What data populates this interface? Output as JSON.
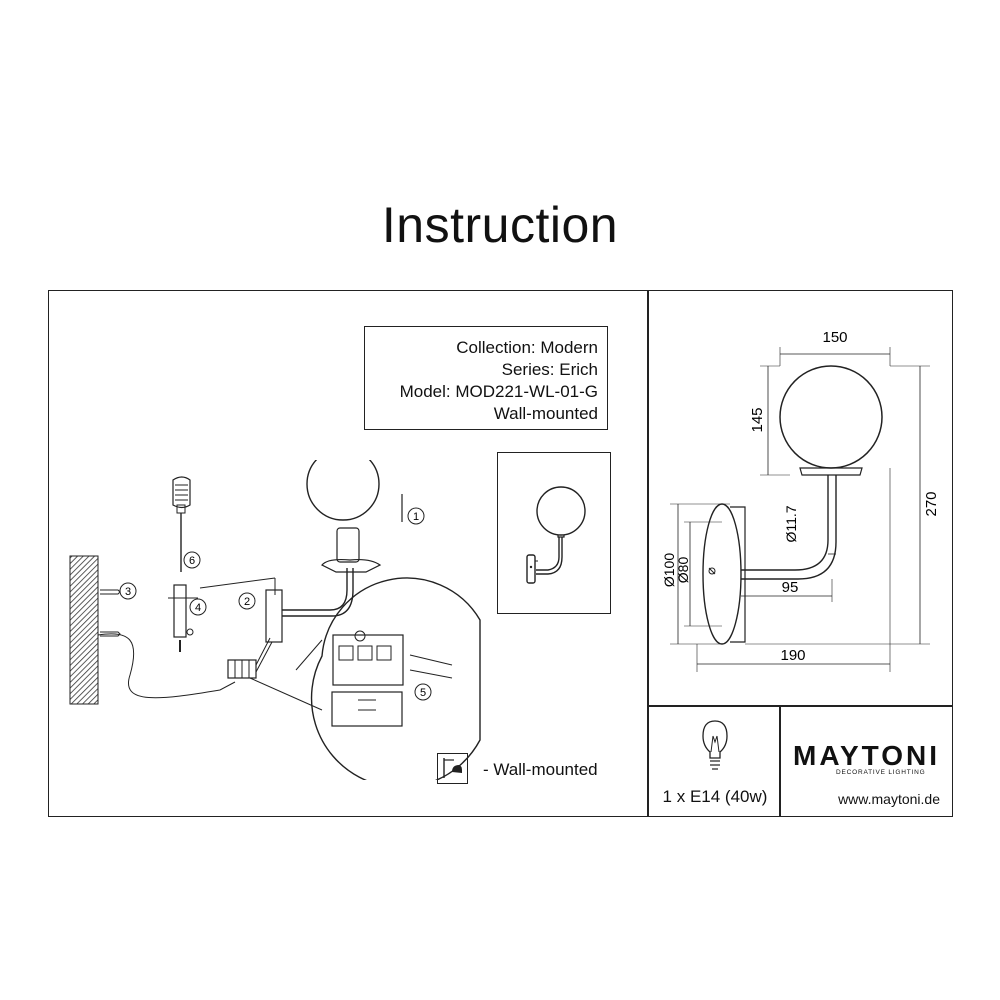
{
  "title": "Instruction",
  "info": {
    "collection": "Collection: Modern",
    "series": "Series: Erich",
    "model": "Model: MOD221-WL-01-G",
    "mount": "Wall-mounted"
  },
  "steps": [
    "1",
    "2",
    "3",
    "4",
    "5",
    "6"
  ],
  "legend": {
    "label": "- Wall-mounted",
    "icon": "wall-mount-icon"
  },
  "dimensions": {
    "width_top": "150",
    "globe_height": "145",
    "total_height": "270",
    "tube_diameter": "Ø11.7",
    "base_outer": "Ø100",
    "base_inner": "Ø80",
    "arm_length": "95",
    "total_depth": "190"
  },
  "bulb": {
    "icon": "light-bulb-icon",
    "spec": "1 x E14 (40w)"
  },
  "brand": {
    "name": "MAYTONI",
    "tagline": "DECORATIVE LIGHTING",
    "website": "www.maytoni.de"
  }
}
